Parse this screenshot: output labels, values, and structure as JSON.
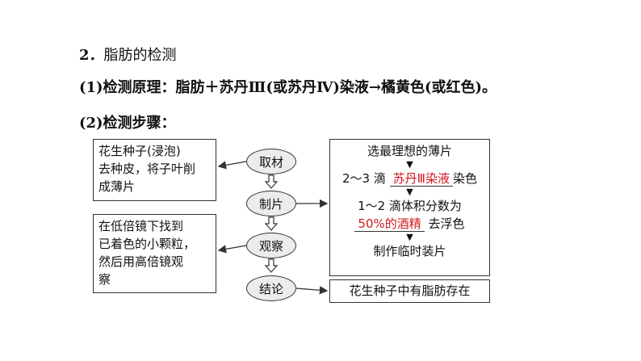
{
  "heading": {
    "number": "2．",
    "title": "脂肪的检测"
  },
  "principle": "(1)检测原理：脂肪＋苏丹Ⅲ(或苏丹Ⅳ)染液→橘黄色(或红色)。",
  "steps_title": "(2)检测步骤：",
  "steps": [
    "取材",
    "制片",
    "观察",
    "结论"
  ],
  "left_box_top": [
    "花生种子(浸泡)",
    "去种皮，将子叶削",
    "成薄片"
  ],
  "left_box_mid": [
    "在低倍镜下找到",
    "已着色的小颗粒，",
    "然后用高倍镜观",
    "察"
  ],
  "right_box": {
    "line1": "选最理想的薄片",
    "line2_pre": "2～3 滴",
    "line2_red": "苏丹Ⅲ染液",
    "line2_post": "染色",
    "line3": "1～2 滴体积分数为",
    "line4_red": "50%的酒精",
    "line4_post": "去浮色",
    "line5": "制作临时装片"
  },
  "conclusion": "花生种子中有脂肪存在",
  "colors": {
    "answer_red": "#d0181f",
    "oval_fill": "#ececec"
  }
}
